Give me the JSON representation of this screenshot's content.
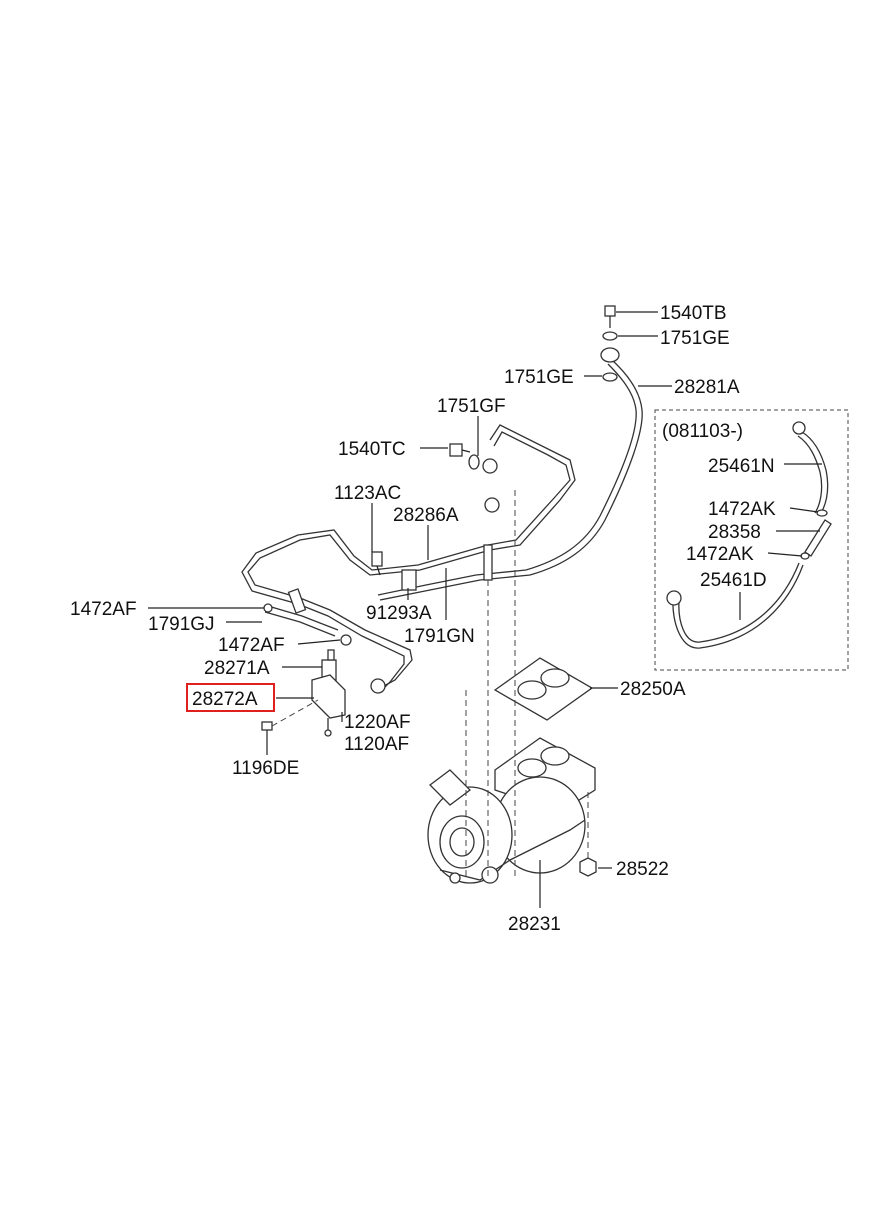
{
  "labels": {
    "l1540TB": "1540TB",
    "l1751GE_top": "1751GE",
    "l1751GE_left": "1751GE",
    "l28281A": "28281A",
    "l1751GF": "1751GF",
    "l1540TC": "1540TC",
    "l1123AC": "1123AC",
    "l28286A": "28286A",
    "l1472AF_left": "1472AF",
    "l1791GJ": "1791GJ",
    "l91293A": "91293A",
    "l1472AF_mid": "1472AF",
    "l1791GN": "1791GN",
    "l28271A": "28271A",
    "l28272A": "28272A",
    "l1220AF": "1220AF",
    "l1120AF": "1120AF",
    "l1196DE": "1196DE",
    "l28250A": "28250A",
    "l28522": "28522",
    "l28231": "28231"
  },
  "inset": {
    "date_code": "(081103-)",
    "l25461N": "25461N",
    "l1472AK_a": "1472AK",
    "l28358": "28358",
    "l1472AK_b": "1472AK",
    "l25461D": "25461D"
  },
  "highlight": {
    "part": "28272A",
    "color": "#e0201f"
  }
}
